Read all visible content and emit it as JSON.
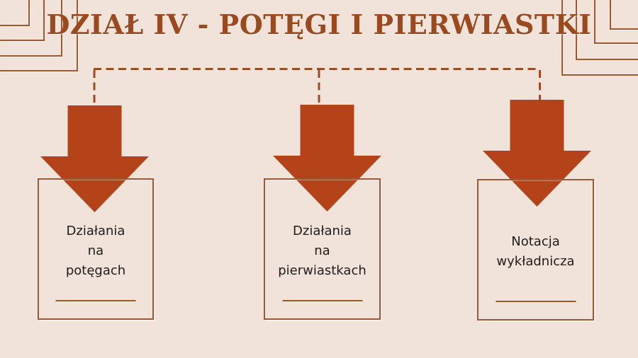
{
  "title": "DZIAŁ IV - POTĘGI I PIERWIASTKI",
  "cards": [
    {
      "icon": "down-arrow-icon",
      "lines": [
        "Działania",
        "na",
        "potęgach"
      ]
    },
    {
      "icon": "down-arrow-icon",
      "lines": [
        "Działania",
        "na",
        "pierwiastkach"
      ]
    },
    {
      "icon": "down-arrow-icon",
      "lines": [
        "Notacja",
        "wykładnicza"
      ]
    }
  ],
  "colors": {
    "background": "#f1e3da",
    "title": "#9a4a1e",
    "arrow": "#b5431a",
    "card_border": "#9a5a38",
    "connector": "#9b4d22",
    "underline": "#a4552a",
    "ornament": "#a0582c",
    "text": "#1d1d1d"
  }
}
